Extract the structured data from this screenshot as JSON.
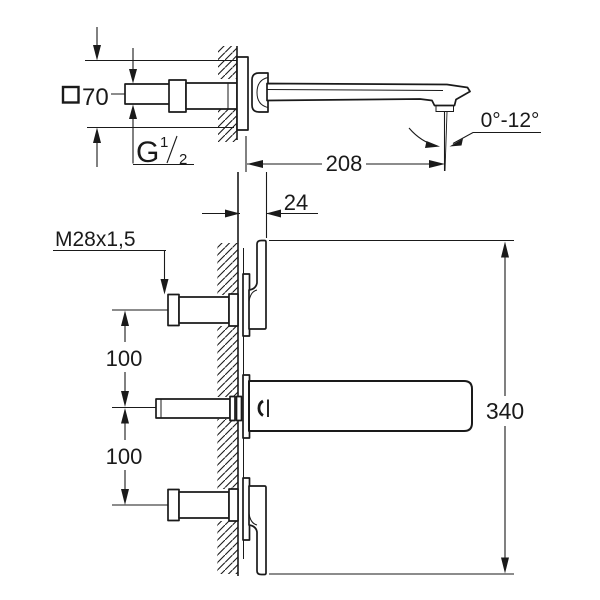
{
  "meta": {
    "background_color": "#ffffff",
    "line_color": "#1a1a1a",
    "drawing_type": "faucet installation dimension drawing"
  },
  "top_view": {
    "square_size_dim": "70",
    "thread_label": {
      "letter": "G",
      "numerator": "1",
      "denominator": "2"
    },
    "projection_dim": "208",
    "angle_dim": "0°-12°"
  },
  "bottom_view": {
    "valve_thread_dim": "M28x1,5",
    "wall_depth_dim": "24",
    "upper_spacing_dim": "100",
    "lower_spacing_dim": "100",
    "overall_height_dim": "340"
  }
}
